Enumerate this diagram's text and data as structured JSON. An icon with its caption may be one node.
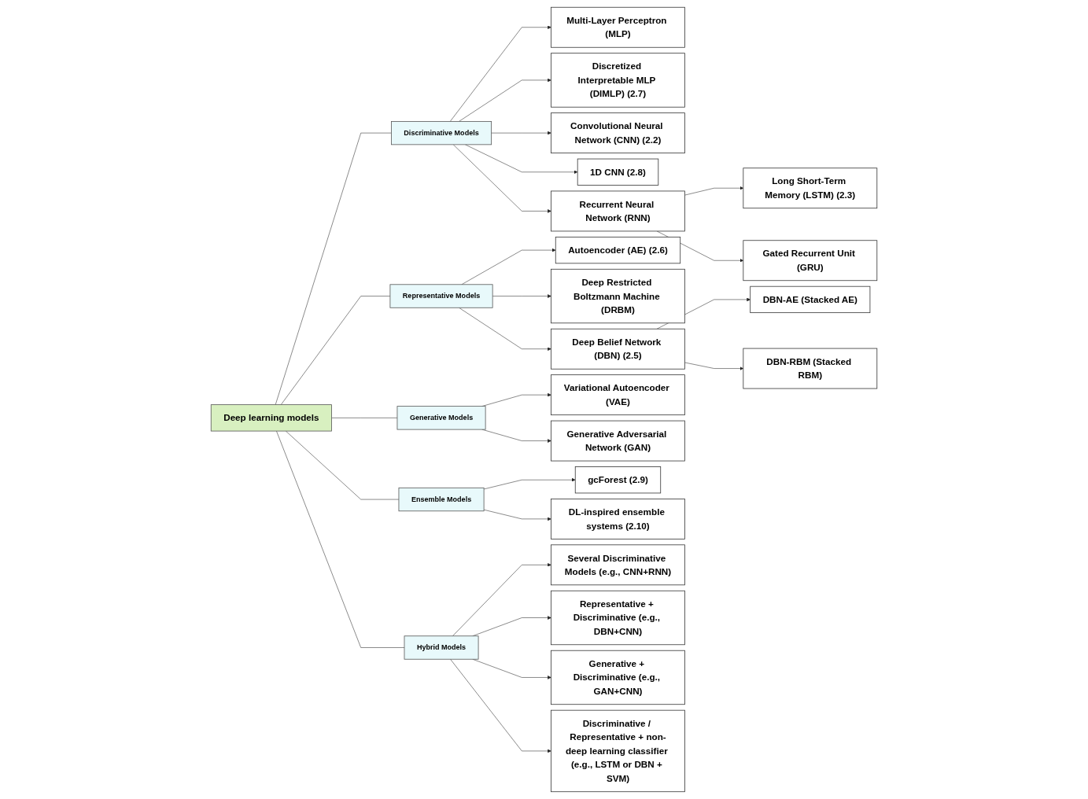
{
  "diagram": {
    "nodes": [
      {
        "text": [
          "Deep learning models"
        ]
      },
      {
        "text": [
          "Discriminative Models"
        ]
      },
      {
        "text": [
          "Representative Models"
        ]
      },
      {
        "text": [
          "Generative Models"
        ]
      },
      {
        "text": [
          "Ensemble Models"
        ]
      },
      {
        "text": [
          "Hybrid Models"
        ]
      },
      {
        "text": [
          "Multi-Layer Perceptron (MLP)"
        ]
      },
      {
        "text": [
          "Discretized Interpretable MLP (DIMLP) (2.7)"
        ]
      },
      {
        "text": [
          "Convolutional Neural Network (CNN) (2.2)"
        ]
      },
      {
        "text": [
          "1D CNN (2.8)"
        ]
      },
      {
        "text": [
          "Recurrent Neural Network (RNN)"
        ]
      },
      {
        "text": [
          "Long Short-Term Memory (LSTM) (2.3)"
        ]
      },
      {
        "text": [
          "Gated Recurrent Unit (GRU)"
        ]
      },
      {
        "text": [
          "Autoencoder (AE) (2.6)"
        ]
      },
      {
        "text": [
          "Deep Restricted Boltzmann Machine (DRBM)"
        ]
      },
      {
        "text": [
          "Deep Belief Network (DBN) (2.5)"
        ]
      },
      {
        "text": [
          "DBN-AE (Stacked AE)"
        ]
      },
      {
        "text": [
          "DBN-RBM (Stacked RBM)"
        ]
      },
      {
        "text": [
          "Variational Autoencoder (VAE)"
        ]
      },
      {
        "text": [
          "Generative Adversarial Network (GAN)"
        ]
      },
      {
        "text": [
          "gcForest (2.9)"
        ]
      },
      {
        "text": [
          "DL-inspired ensemble systems (2.10)"
        ]
      },
      {
        "text": [
          "Several Discriminative Models (e.g., CNN+RNN)"
        ]
      },
      {
        "text": [
          "Representative + Discriminative (e.g., DBN+CNN)"
        ]
      },
      {
        "text": [
          "Generative + Discriminative (e.g., GAN+CNN)"
        ]
      },
      {
        "text": [
          "Discriminative / Representative + non-deep learning classifier (e.g., LSTM or DBN + SVM)"
        ]
      }
    ],
    "edges": [
      {
        "from": 0,
        "to": 1,
        "arrow": "none"
      },
      {
        "from": 0,
        "to": 2,
        "arrow": "none"
      },
      {
        "from": 0,
        "to": 3,
        "arrow": "none"
      },
      {
        "from": 0,
        "to": 4,
        "arrow": "none"
      },
      {
        "from": 0,
        "to": 5,
        "arrow": "none"
      },
      {
        "from": 1,
        "to": 6,
        "arrow": "to"
      },
      {
        "from": 1,
        "to": 7,
        "arrow": "to"
      },
      {
        "from": 1,
        "to": 8,
        "arrow": "to"
      },
      {
        "from": 1,
        "to": 9,
        "arrow": "to"
      },
      {
        "from": 1,
        "to": 10,
        "arrow": "to"
      },
      {
        "from": 10,
        "to": 11,
        "arrow": "to"
      },
      {
        "from": 10,
        "to": 12,
        "arrow": "to"
      },
      {
        "from": 2,
        "to": 13,
        "arrow": "to"
      },
      {
        "from": 2,
        "to": 14,
        "arrow": "to"
      },
      {
        "from": 2,
        "to": 15,
        "arrow": "to"
      },
      {
        "from": 15,
        "to": 16,
        "arrow": "to"
      },
      {
        "from": 15,
        "to": 17,
        "arrow": "to"
      },
      {
        "from": 3,
        "to": 18,
        "arrow": "to"
      },
      {
        "from": 3,
        "to": 19,
        "arrow": "to"
      },
      {
        "from": 4,
        "to": 20,
        "arrow": "to"
      },
      {
        "from": 4,
        "to": 21,
        "arrow": "to"
      },
      {
        "from": 5,
        "to": 22,
        "arrow": "to"
      },
      {
        "from": 5,
        "to": 23,
        "arrow": "to"
      },
      {
        "from": 5,
        "to": 24,
        "arrow": "to"
      },
      {
        "from": 5,
        "to": 25,
        "arrow": "to"
      }
    ]
  }
}
